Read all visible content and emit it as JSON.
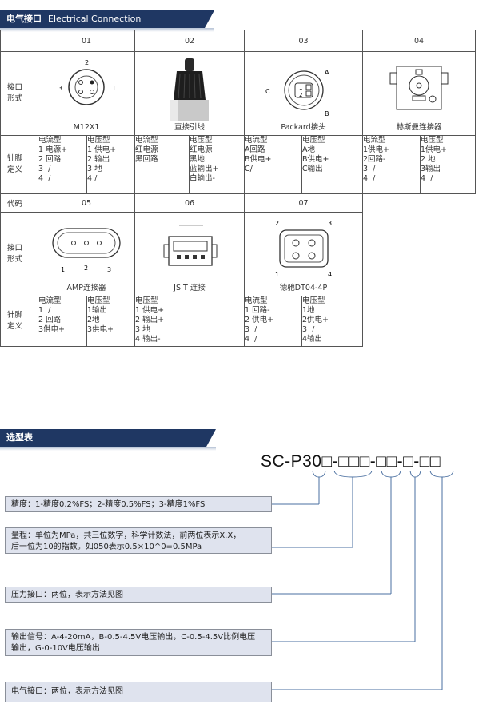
{
  "section1": {
    "title_cn": "电气接口",
    "title_en": "Electrical Connection"
  },
  "table1": {
    "top_headers": [
      "01",
      "02",
      "03",
      "04"
    ],
    "row_label_interface": "接口\n形式",
    "row_label_pins": "针脚\n定义",
    "row_label_code": "代码",
    "captions_top": [
      "M12X1",
      "直接引线",
      "Packard接头",
      "赫斯曼连接器"
    ],
    "m12_pins": [
      "2",
      "3",
      "1"
    ],
    "packard_labels": [
      "A",
      "B",
      "C",
      "1",
      "2"
    ],
    "pins_top": [
      "电流型\n1 电源+\n2 回路\n3  /\n4  /",
      "电压型\n1 供电+\n2 输出\n3 地\n4 /",
      "电流型\n红电源\n黑回路",
      "电压型\n红电源\n黑地\n蓝输出+\n白输出-",
      "电流型\nA回路\nB供电+\nC/",
      "电压型\nA地\nB供电+\nC输出",
      "电流型\n1供电+\n2回路-\n3  /\n4  /",
      "电压型\n1供电+\n2 地\n3输出\n4  /"
    ],
    "bottom_headers": [
      "05",
      "06",
      "07"
    ],
    "captions_bottom": [
      "AMP连接器",
      "JS.T 连接",
      "德驰DT04-4P"
    ],
    "amp_pins": [
      "1",
      "2",
      "3"
    ],
    "dt_pins": [
      "2",
      "3",
      "1",
      "4"
    ],
    "pins_bottom": [
      "电流型\n1  /\n2 回路\n3供电+",
      "电压型\n1输出\n2地\n3供电+",
      "电压型\n1 供电+\n2 输出+\n3 地\n4 输出-",
      "电流型\n1 回路-\n2 供电+\n3  /\n4  /",
      "电压型\n1地\n2供电+\n3  /\n4输出"
    ]
  },
  "section2": {
    "title": "选型表"
  },
  "model_code": "SC-P30□-□□□-□□-□-□□",
  "options": [
    "精度：1-精度0.2%FS；2-精度0.5%FS；3-精度1%FS",
    "量程：单位为MPa，共三位数字，科学计数法，前两位表示X.X，\n后一位为10的指数。如050表示0.5×10^0=0.5MPa",
    "压力接口：两位，表示方法见图",
    "输出信号：A-4-20mA，B-0.5-4.5V电压输出，C-0.5-4.5V比例电压\n输出，G-0-10V电压输出",
    "电气接口：两位，表示方法见图"
  ]
}
